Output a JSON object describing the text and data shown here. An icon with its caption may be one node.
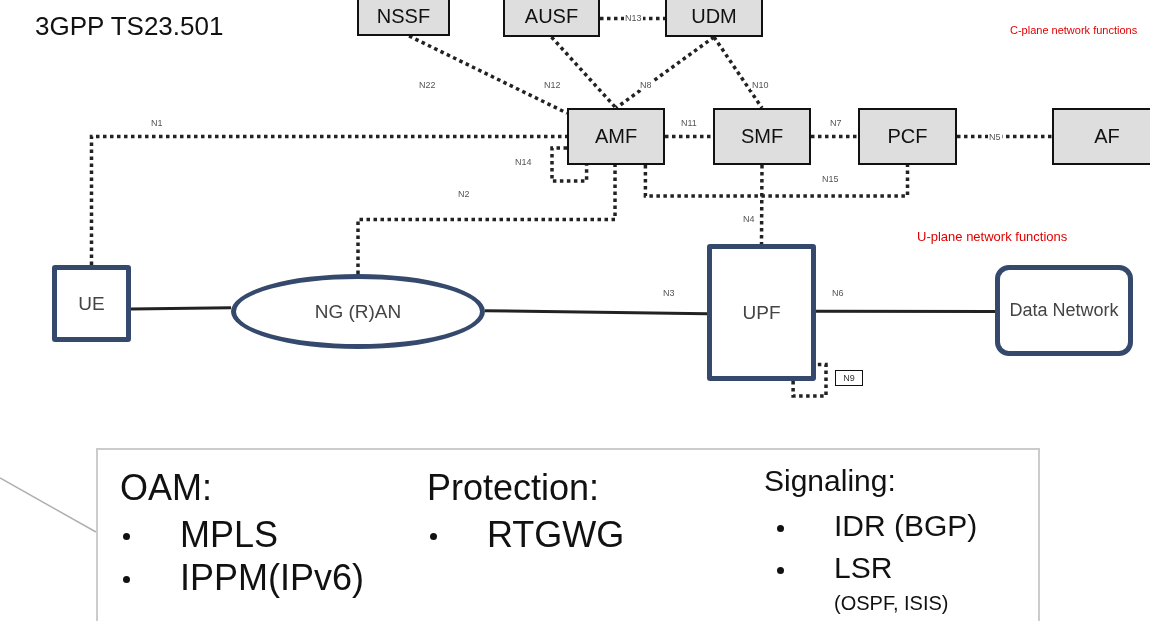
{
  "diagram": {
    "title": "3GPP TS23.501",
    "nodes": [
      {
        "text": [
          "NSSF"
        ]
      },
      {
        "text": [
          "AUSF"
        ]
      },
      {
        "text": [
          "UDM"
        ]
      },
      {
        "text": [
          "AMF"
        ]
      },
      {
        "text": [
          "SMF"
        ]
      },
      {
        "text": [
          "PCF"
        ]
      },
      {
        "text": [
          "AF"
        ]
      },
      {
        "text": [
          "UE"
        ]
      },
      {
        "text": [
          "NG (R)AN"
        ]
      },
      {
        "text": [
          "UPF"
        ]
      },
      {
        "text": [
          "Data Network"
        ]
      },
      {
        "text": [
          "N9"
        ]
      },
      {
        "text": [
          "OAM:",
          "MPLS",
          "IPPM(IPv6)",
          "Protection:",
          "RTGWG",
          "Signaling:",
          "IDR (BGP)",
          "LSR",
          "(OSPF, ISIS)"
        ]
      }
    ],
    "edges": [
      {
        "from": 0,
        "to": 3,
        "arrow": "none",
        "label": "N22",
        "style": "dashed"
      },
      {
        "from": 1,
        "to": 3,
        "arrow": "none",
        "label": "N12",
        "style": "dashed"
      },
      {
        "from": 1,
        "to": 2,
        "arrow": "none",
        "label": "N13",
        "style": "dashed"
      },
      {
        "from": 2,
        "to": 3,
        "arrow": "none",
        "label": "N8",
        "style": "dashed"
      },
      {
        "from": 2,
        "to": 4,
        "arrow": "none",
        "label": "N10",
        "style": "dashed"
      },
      {
        "from": 7,
        "to": 3,
        "arrow": "none",
        "label": "N1",
        "style": "dashed"
      },
      {
        "from": 3,
        "to": 3,
        "arrow": "none",
        "label": "N14",
        "style": "dashed"
      },
      {
        "from": 3,
        "to": 4,
        "arrow": "none",
        "label": "N11",
        "style": "dashed"
      },
      {
        "from": 4,
        "to": 5,
        "arrow": "none",
        "label": "N7",
        "style": "dashed"
      },
      {
        "from": 5,
        "to": 6,
        "arrow": "none",
        "label": "N5",
        "style": "dashed"
      },
      {
        "from": 3,
        "to": 5,
        "arrow": "none",
        "label": "N15",
        "style": "dashed"
      },
      {
        "from": 8,
        "to": 3,
        "arrow": "none",
        "label": "N2",
        "style": "dashed"
      },
      {
        "from": 4,
        "to": 9,
        "arrow": "none",
        "label": "N4",
        "style": "dashed"
      },
      {
        "from": 7,
        "to": 8,
        "arrow": "none"
      },
      {
        "from": 8,
        "to": 9,
        "arrow": "none",
        "label": "N3"
      },
      {
        "from": 9,
        "to": 10,
        "arrow": "none",
        "label": "N6"
      },
      {
        "from": 9,
        "to": 9,
        "arrow": "none",
        "style": "dashed"
      },
      {
        "from": null,
        "to": 12,
        "arrow": "none",
        "color": "#b0b0b0"
      }
    ],
    "labels": [
      "C-plane network functions",
      "U-plane network functions"
    ]
  }
}
